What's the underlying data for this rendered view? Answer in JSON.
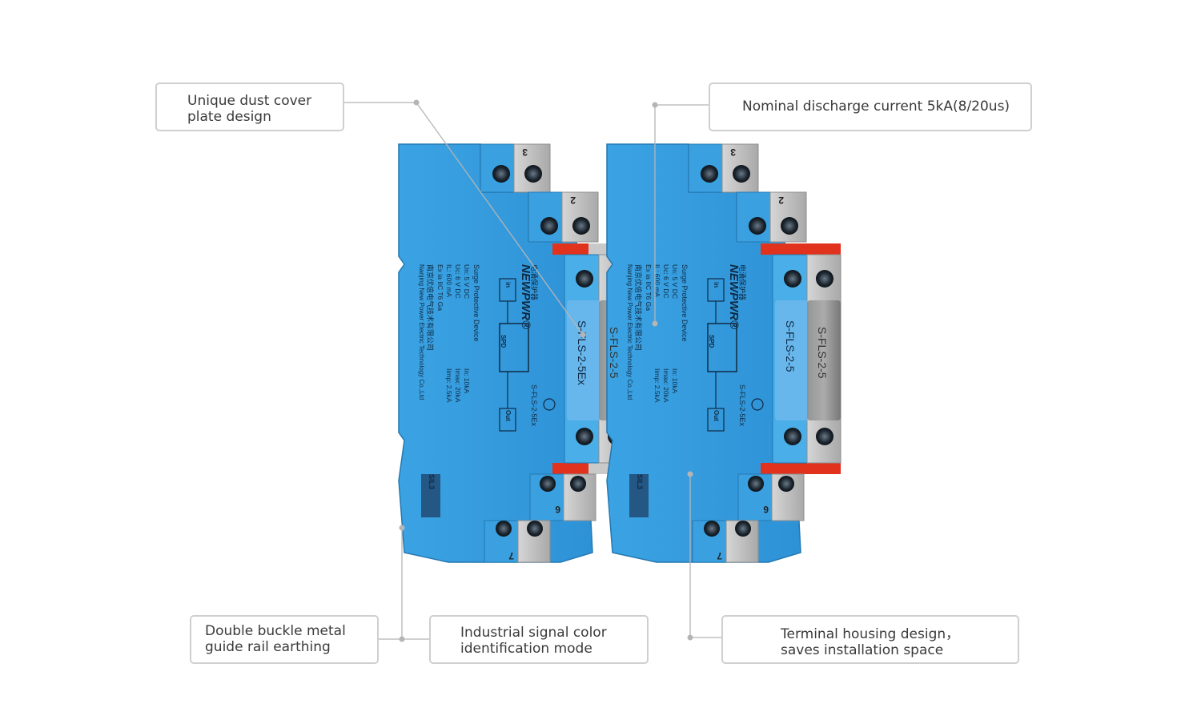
{
  "callouts": {
    "dust_cover": "Unique dust cover\nplate design",
    "discharge": "Nominal discharge current 5kA(8/20us)",
    "rail_earthing": "Double buckle metal\nguide rail earthing",
    "signal_color": "Industrial signal color\nidentification mode",
    "housing": "Terminal housing design，\nsaves installation space"
  },
  "devices": [
    {
      "brand": "NEWPWR®",
      "product_label": "S-FLS-2-5Ex",
      "model_side": "S-FLS-2-5Ex",
      "cn_title": "电涌保护器",
      "en_title": "Surge Protective Device",
      "specs": [
        "Un: 5 V DC",
        "Uc: 6 V DC",
        "IL: 600 mA",
        "Ex ia IIC T6 Ga"
      ],
      "ratings": [
        "In: 10kA",
        "Imax: 20kA",
        "Iimp: 2.5kA"
      ],
      "company_cn": "南京优倍电气技术有限公司",
      "company_en": "Nanjing New Power Electric Technology Co.,Ltd",
      "sil": "SIL3",
      "in_label": "in",
      "out_label": "Out",
      "spd_label": "SPD",
      "terminals": [
        "3",
        "2",
        "6",
        "7"
      ]
    },
    {
      "brand": "NEWPWR®",
      "product_label": "S-FLS-2-5",
      "model_side": "S-FLS-2-5Ex",
      "cn_title": "电涌保护器",
      "en_title": "Surge Protective Device",
      "specs": [
        "Un: 5 V DC",
        "Uc: 6 V DC",
        "IL: 600 mA",
        "Ex ia IIC T6 Ga"
      ],
      "ratings": [
        "In: 10kA",
        "Imax: 20kA",
        "Iimp: 2.5kA"
      ],
      "company_cn": "南京优倍电气技术有限公司",
      "company_en": "Nanjing New Power Electric Technology Co.,Ltd",
      "sil": "SIL3",
      "in_label": "in",
      "out_label": "Out",
      "spd_label": "SPD",
      "terminals": [
        "3",
        "2",
        "6",
        "7"
      ]
    }
  ],
  "colors": {
    "body_blue": "#3ba3e3",
    "body_dark": "#2b86c4",
    "gray_terminal": "#bfbfbf",
    "red_tab": "#e0321c",
    "callout_border": "#cfcfcf",
    "leader": "#b5b5b5"
  }
}
